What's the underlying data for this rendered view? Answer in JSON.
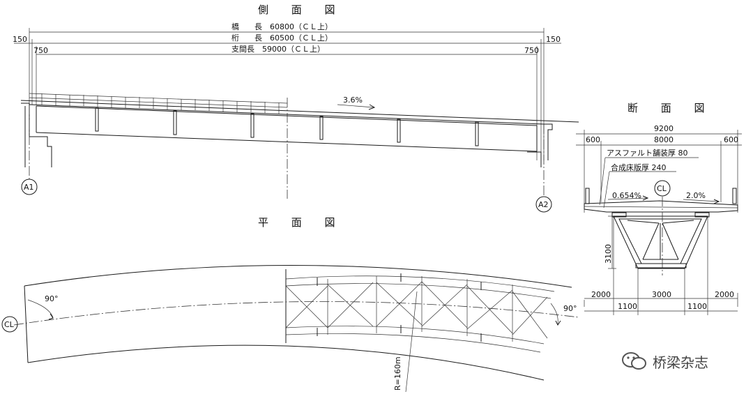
{
  "titles": {
    "side": "側 面 図",
    "plan": "平 面 図",
    "section": "断 面 図"
  },
  "side_view": {
    "bridge_length": "橋　　長　60800（ＣＬ上）",
    "girder_length": "桁　　長　60500（ＣＬ上）",
    "span_length": "支間長　59000（ＣＬ上）",
    "left_offset_top": "150",
    "left_offset_bottom": "750",
    "right_offset_top": "150",
    "right_offset_bottom": "750",
    "slope": "3.6%",
    "abutment_left": "A1",
    "abutment_right": "A2"
  },
  "plan_view": {
    "angle_left": "90°",
    "angle_right": "90°",
    "centerline": "CL",
    "radius": "R=160m"
  },
  "section_view": {
    "total_width": "9200",
    "roadway_width": "8000",
    "left_edge": "600",
    "right_edge": "600",
    "asphalt": "アスファルト舗装厚 80",
    "slab": "合成床版厚 240",
    "centerline": "CL",
    "left_slope": "0.654%",
    "right_slope": "2.0%",
    "girder_height": "3100",
    "bottom_left": "2000",
    "bottom_center": "3000",
    "bottom_right": "2000",
    "web_left": "1100",
    "web_right": "1100"
  },
  "watermark": "桥梁杂志"
}
